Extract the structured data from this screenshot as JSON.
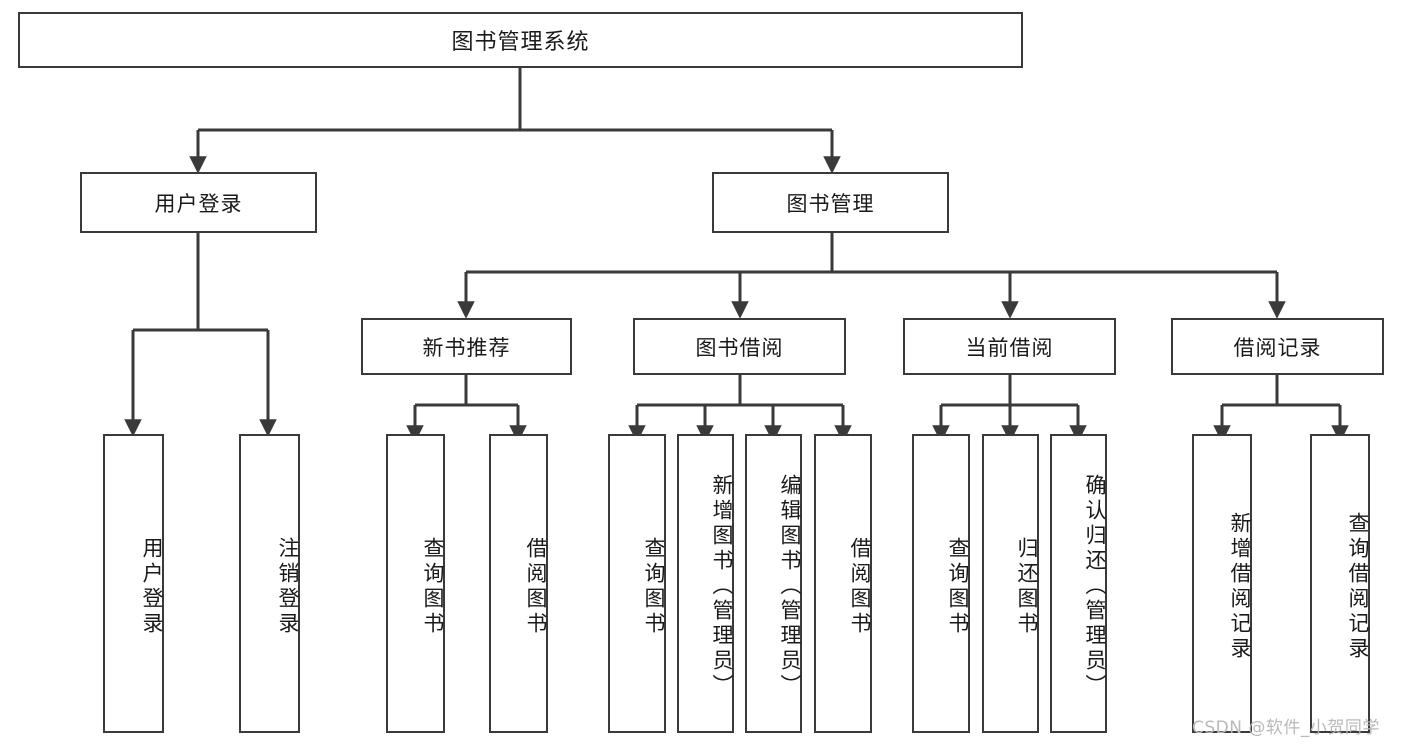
{
  "diagram": {
    "type": "tree-hierarchy",
    "title": "图书管理系统",
    "root": {
      "label": "图书管理系统"
    },
    "level2": [
      {
        "id": "user-login",
        "label": "用户登录"
      },
      {
        "id": "book-management",
        "label": "图书管理"
      }
    ],
    "level3": [
      {
        "id": "new-book-recommend",
        "label": "新书推荐",
        "parent": "book-management"
      },
      {
        "id": "book-borrow",
        "label": "图书借阅",
        "parent": "book-management"
      },
      {
        "id": "current-borrow",
        "label": "当前借阅",
        "parent": "book-management"
      },
      {
        "id": "borrow-record",
        "label": "借阅记录",
        "parent": "book-management"
      }
    ],
    "leaves": [
      {
        "id": "leaf-user-login",
        "label": "用户登录",
        "parent": "user-login"
      },
      {
        "id": "leaf-logout-login",
        "label": "注销登录",
        "parent": "user-login"
      },
      {
        "id": "leaf-query-book-1",
        "label": "查询图书",
        "parent": "new-book-recommend"
      },
      {
        "id": "leaf-borrow-book-1",
        "label": "借阅图书",
        "parent": "new-book-recommend"
      },
      {
        "id": "leaf-query-book-2",
        "label": "查询图书",
        "parent": "book-borrow"
      },
      {
        "id": "leaf-add-book",
        "label": "新增图书（管理员）",
        "parent": "book-borrow"
      },
      {
        "id": "leaf-edit-book",
        "label": "编辑图书（管理员）",
        "parent": "book-borrow"
      },
      {
        "id": "leaf-borrow-book-2",
        "label": "借阅图书",
        "parent": "book-borrow"
      },
      {
        "id": "leaf-query-book-3",
        "label": "查询图书",
        "parent": "current-borrow"
      },
      {
        "id": "leaf-return-book",
        "label": "归还图书",
        "parent": "current-borrow"
      },
      {
        "id": "leaf-confirm-return",
        "label": "确认归还（管理员）",
        "parent": "current-borrow"
      },
      {
        "id": "leaf-add-record",
        "label": "新增借阅记录",
        "parent": "borrow-record"
      },
      {
        "id": "leaf-query-record",
        "label": "查询借阅记录",
        "parent": "borrow-record"
      }
    ],
    "watermark": "CSDN @软件_小贺同学",
    "colors": {
      "border": "#3a3a3a",
      "background": "#ffffff",
      "text": "#1a1a1a",
      "watermark": "#b9b9b9"
    }
  }
}
